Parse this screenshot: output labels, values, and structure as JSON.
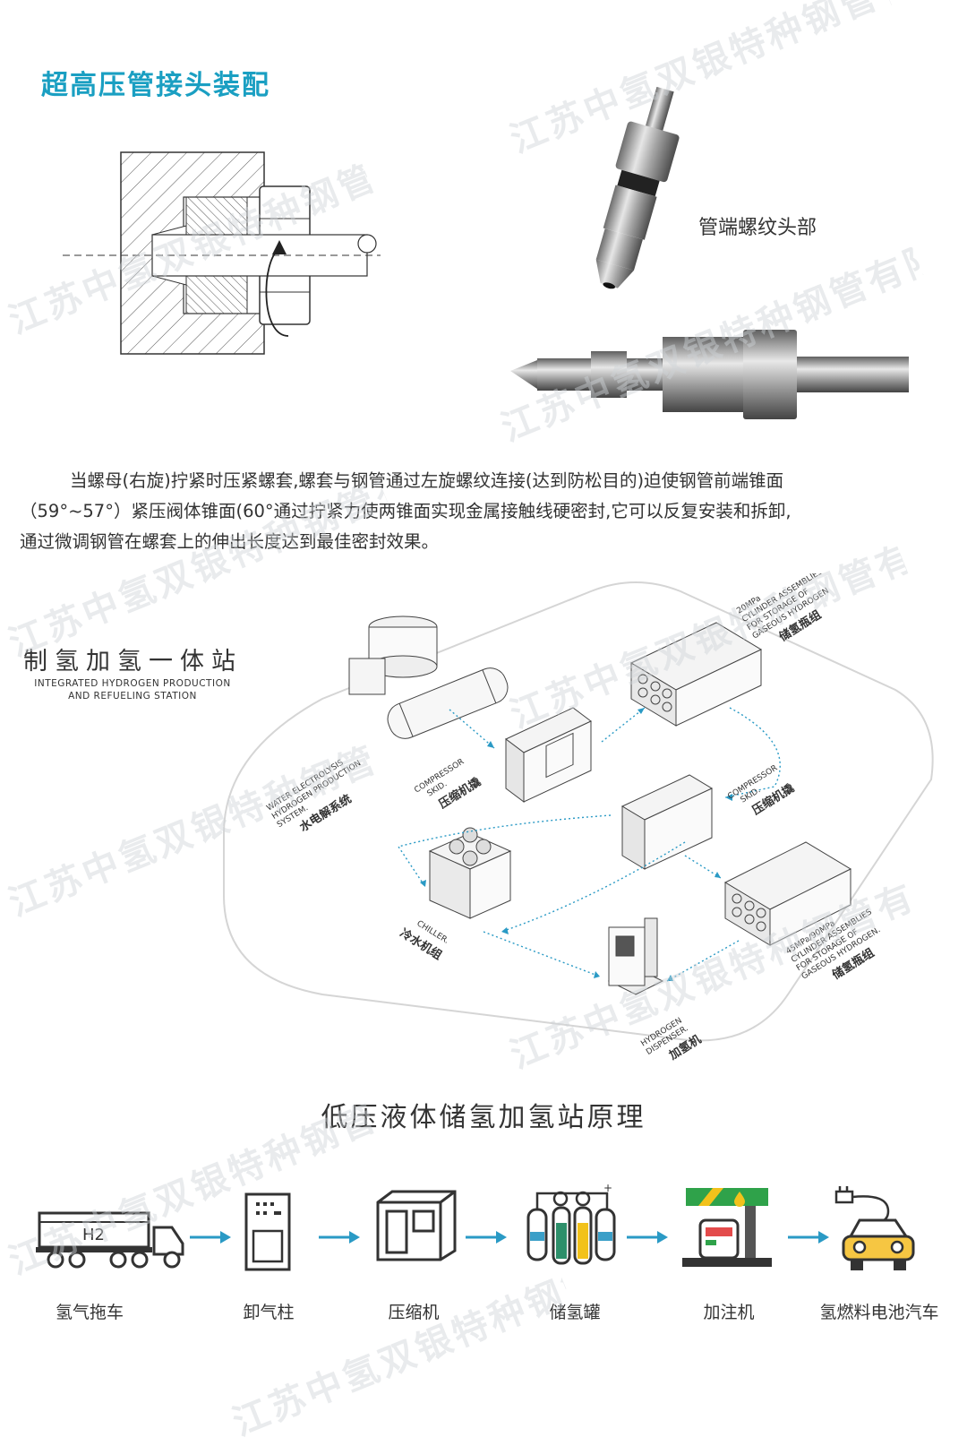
{
  "section1": {
    "title": "超高压管接头装配",
    "photo_label": "管端螺纹头部",
    "paragraph_lines": [
      "当螺母(右旋)拧紧时压紧螺套,螺套与钢管通过左旋螺纹连接(达到防松目的)迫使钢管前端锥面",
      "（59°~57°）紧压阀体锥面(60°通过拧紧力使两锥面实现金属接触线硬密封,它可以反复安装和拆卸,",
      "通过微调钢管在螺套上的伸出长度达到最佳密封效果。"
    ]
  },
  "station": {
    "title": "制氢加氢一体站",
    "subtitle_line1": "INTEGRATED HYDROGEN PRODUCTION",
    "subtitle_line2": "AND REFUELING STATION",
    "components": {
      "electrolysis": {
        "en1": "WATER ELECTROLYSIS",
        "en2": "HYDROGEN PRODUCTION",
        "en3": "SYSTEM.",
        "zh": "水电解系统"
      },
      "compressor1": {
        "en1": "COMPRESSOR",
        "en2": "SKID.",
        "zh": "压缩机撬"
      },
      "storage20": {
        "en1": "20MPa",
        "en2": "CYLINDER ASSEMBLIES",
        "en3": "FOR STORAGE OF",
        "en4": "GASEOUS HYDROGEN",
        "zh": "储氢瓶组"
      },
      "compressor2": {
        "en1": "COMPRESSOR",
        "en2": "SKID.",
        "zh": "压缩机撬"
      },
      "chiller": {
        "en1": "CHILLER.",
        "zh": "冷水机组"
      },
      "storage45": {
        "en1": "45MPa/90MPa",
        "en2": "CYLINDER ASSEMBLIES",
        "en3": "FOR STORAGE OF",
        "en4": "GASEOUS HYDROGEN.",
        "zh": "储氢瓶组"
      },
      "dispenser": {
        "en1": "HYDROGEN",
        "en2": "DISPENSER.",
        "zh": "加氢机"
      }
    }
  },
  "lowpress": {
    "title": "低压液体储氢加氢站原理",
    "truck_text": "H2",
    "steps": [
      "氢气拖车",
      "卸气柱",
      "压缩机",
      "储氢罐",
      "加注机",
      "氢燃料电池汽车"
    ]
  },
  "watermark_text": "江苏中氢双银特种钢管有限公司",
  "colors": {
    "accent": "#1a9fc2",
    "arrow": "#2a9ac5",
    "station_green": "#2fa24a",
    "station_yellow": "#f2c21b",
    "car_yellow": "#f6c642"
  }
}
